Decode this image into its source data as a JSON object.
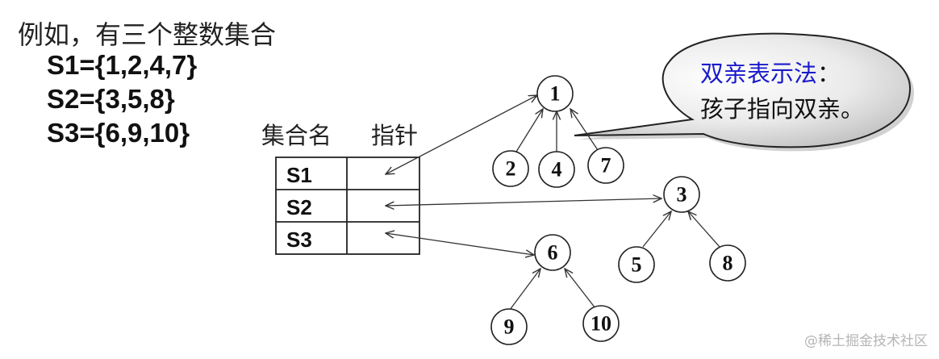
{
  "intro": "例如，有三个整数集合",
  "sets": [
    "S1={1,2,4,7}",
    "S2={3,5,8}",
    "S3={6,9,10}"
  ],
  "table": {
    "header_name": "集合名",
    "header_pointer": "指针",
    "rows": [
      "S1",
      "S2",
      "S3"
    ]
  },
  "callout": {
    "title": "双亲表示法",
    "colon": "：",
    "body": "孩子指向双亲。",
    "title_color": "#1a1acc",
    "body_color": "#111111"
  },
  "trees": [
    {
      "root": "1",
      "children": [
        "2",
        "4",
        "7"
      ]
    },
    {
      "root": "3",
      "children": [
        "5",
        "8"
      ]
    },
    {
      "root": "6",
      "children": [
        "9",
        "10"
      ]
    }
  ],
  "watermark": "@稀土掘金技术社区"
}
